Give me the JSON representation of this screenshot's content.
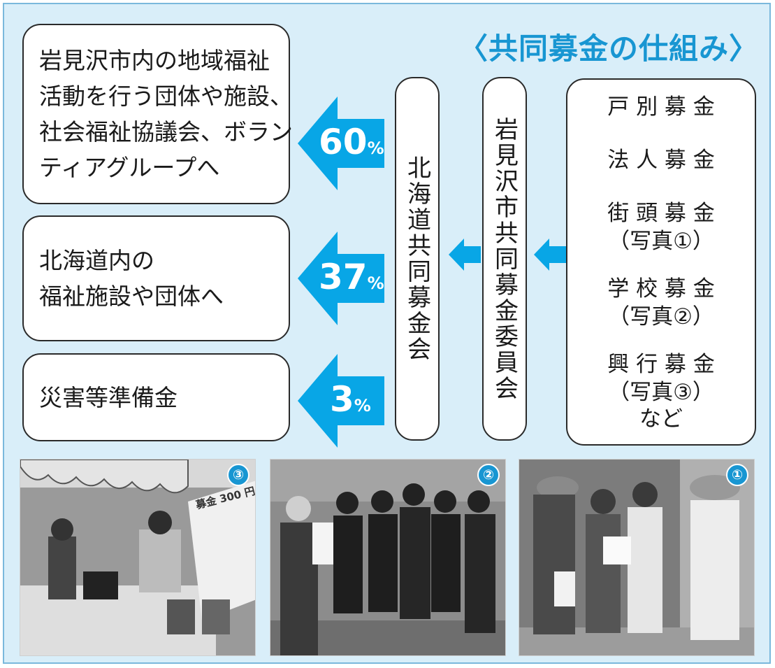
{
  "title": "〈共同募金の仕組み〉",
  "destinations": [
    {
      "lines": [
        "岩見沢市内の地域福祉",
        "活動を行う団体や施設、",
        "社会福祉協議会、ボラン",
        "ティアグループへ"
      ],
      "percent": "60",
      "unit": "%"
    },
    {
      "lines": [
        "北海道内の",
        "福祉施設や団体へ"
      ],
      "percent": "37",
      "unit": "%"
    },
    {
      "lines": [
        "災害等準備金"
      ],
      "percent": "3",
      "unit": "%"
    }
  ],
  "hokkaido_council": "北海道共同募金会",
  "city_committee": "岩見沢市共同募金委員会",
  "sources": [
    {
      "name": "戸 別 募 金",
      "note": ""
    },
    {
      "name": "法 人 募 金",
      "note": ""
    },
    {
      "name": "街 頭 募 金",
      "note": "（写真①）"
    },
    {
      "name": "学 校 募 金",
      "note": "（写真②）"
    },
    {
      "name": "興 行 募 金",
      "note": "（写真③）"
    }
  ],
  "sources_etc": "など",
  "photos": [
    {
      "badge": "③",
      "sign_text": "募金 300 円"
    },
    {
      "badge": "②",
      "sign_text": ""
    },
    {
      "badge": "①",
      "sign_text": ""
    }
  ],
  "colors": {
    "accent": "#1896d2",
    "arrow": "#08a6e6",
    "background": "#d9eef9"
  }
}
